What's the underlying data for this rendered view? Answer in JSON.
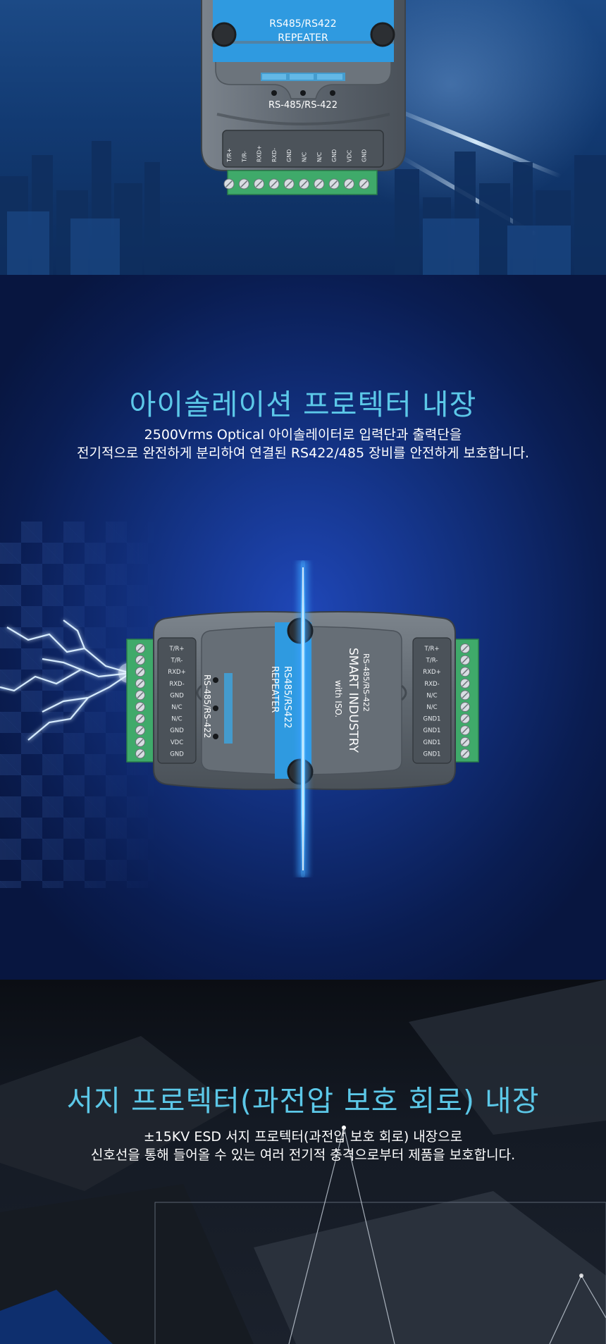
{
  "device_top": {
    "label_line1": "RS485/RS422",
    "label_line2": "REPEATER",
    "model": "RS-485/RS-422",
    "pins": [
      "T/R+",
      "T/R-",
      "RXD+",
      "RXD-",
      "GND",
      "N/C",
      "N/C",
      "GND",
      "VDC",
      "GND"
    ]
  },
  "isolation": {
    "heading": "아이솔레이션 프로텍터 내장",
    "desc_line1": "2500Vrms Optical 아이솔레이터로 입력단과 출력단을",
    "desc_line2": "전기적으로 완전하게 분리하여 연결된 RS422/485 장비를 안전하게 보호합니다.",
    "device": {
      "label_line1": "RS485/RS422",
      "label_line2": "REPEATER",
      "model": "RS-485/RS-422",
      "brand_line1": "RS-485/RS-422",
      "brand_line2": "SMART INDUSTRY",
      "brand_line3": "with ISO.",
      "left_pins": [
        "T/R+",
        "T/R-",
        "RXD+",
        "RXD-",
        "GND",
        "N/C",
        "N/C",
        "GND",
        "VDC",
        "GND"
      ],
      "right_pins": [
        "T/R+",
        "T/R-",
        "RXD+",
        "RXD-",
        "N/C",
        "N/C",
        "GND1",
        "GND1",
        "GND1",
        "GND1"
      ]
    }
  },
  "surge": {
    "heading": "서지 프로텍터(과전압 보호 회로) 내장",
    "desc_line1": "±15KV ESD 서지 프로텍터(과전압 보호 회로) 내장으로",
    "desc_line2": "신호선을 통해 들어올 수 있는 여러 전기적 충격으로부터 제품을 보호합니다."
  },
  "colors": {
    "heading": "#5cc8e8",
    "device_body": "#5f6770",
    "device_label": "#2f9ae0",
    "terminal_green": "#3faa6a",
    "beam": "#4fb4ff"
  }
}
